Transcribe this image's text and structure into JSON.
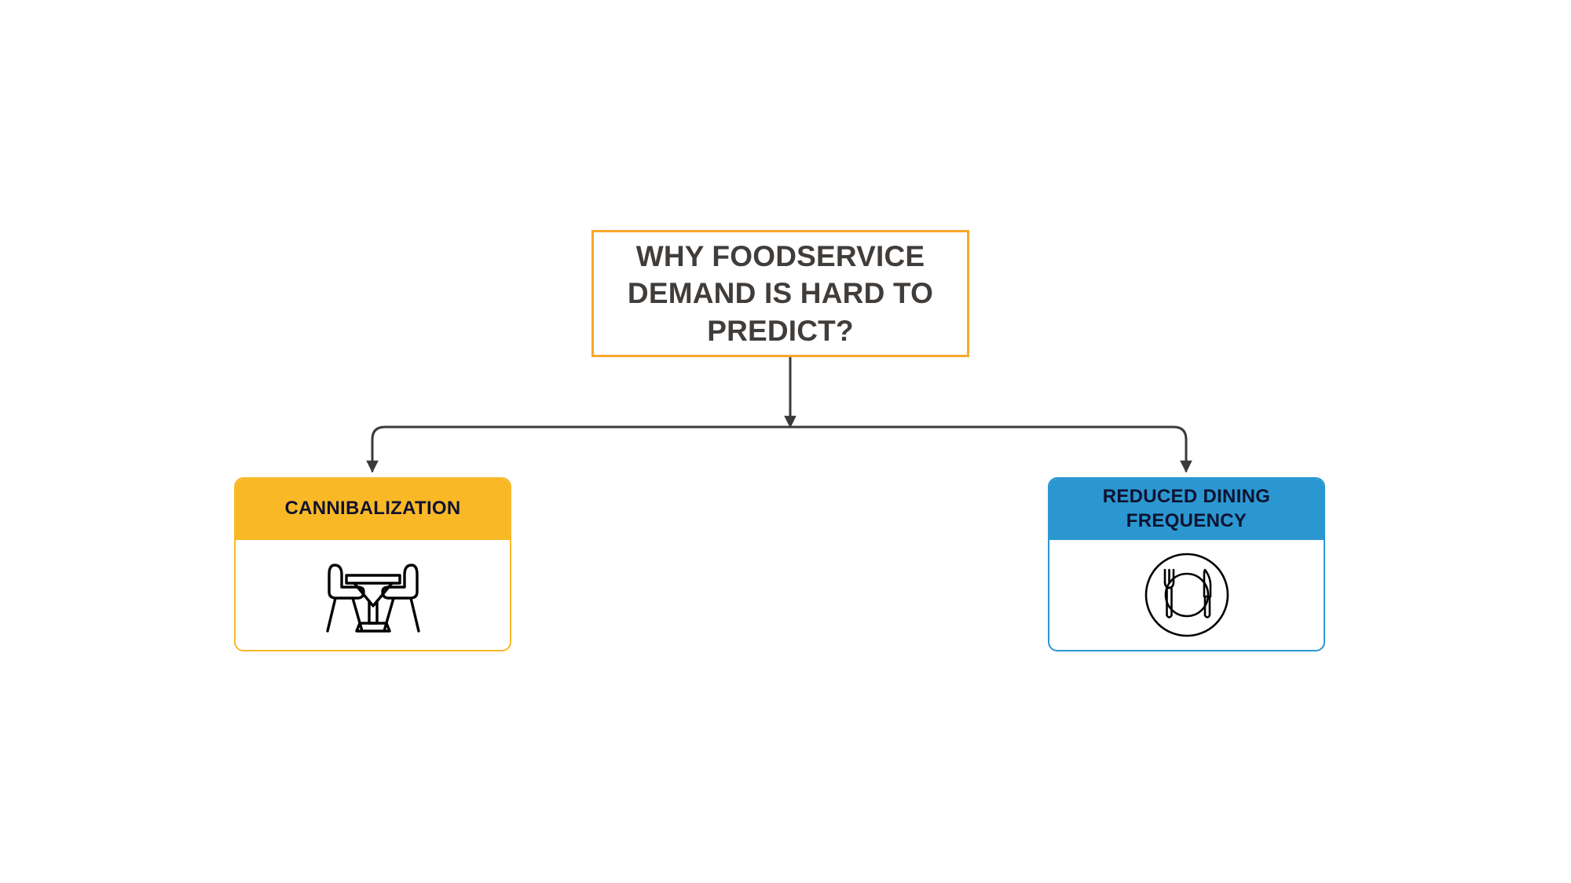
{
  "diagram": {
    "type": "hierarchy-flowchart",
    "orientation": "top-down",
    "background_color": "#ffffff",
    "connector_color": "#3a3a3a",
    "root": {
      "id": "root-why-foodservice-demand",
      "label": "WHY FOODSERVICE\nDEMAND IS HARD TO\nPREDICT?",
      "text_color": "#403d3b",
      "border_color": "#f9a72b",
      "fill_color": "#ffffff"
    },
    "children": [
      {
        "id": "node-cannibalization",
        "label": "CANNIBALIZATION",
        "header_color": "#f9b927",
        "border_color": "#f9b927",
        "body_color": "#ffffff",
        "text_color": "#0f1230",
        "icon": "table-and-chairs-icon",
        "icon_color": "#000000"
      },
      {
        "id": "node-reduced-dining-frequency",
        "label": "REDUCED DINING\nFREQUENCY",
        "header_color": "#2b97d1",
        "border_color": "#2b97d1",
        "body_color": "#ffffff",
        "text_color": "#0f1230",
        "icon": "plate-fork-knife-icon",
        "icon_color": "#000000"
      }
    ]
  }
}
